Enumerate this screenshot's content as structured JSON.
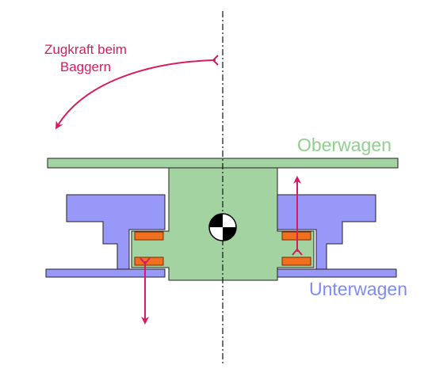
{
  "diagram": {
    "title_line1": "Zugkraft beim",
    "title_line2": "Baggern",
    "upper_label": "Oberwagen",
    "lower_label": "Unterwagen"
  },
  "colors": {
    "upper_fill": "#a3d3a1",
    "lower_fill": "#9898f8",
    "bearing_fill": "#f07020",
    "bearing_stroke": "#7a2a00",
    "arrow": "#d81b60",
    "outline": "#222222"
  },
  "icons": {
    "center_of_gravity": "center-of-gravity-icon"
  }
}
